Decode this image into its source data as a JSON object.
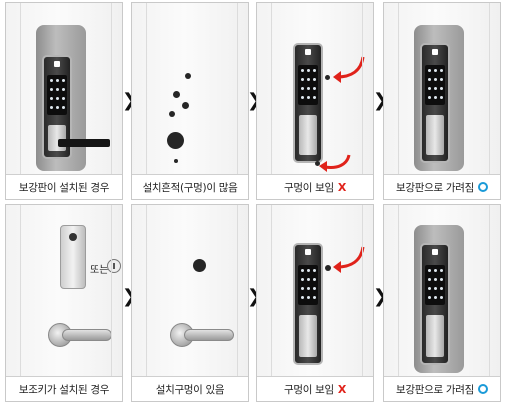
{
  "captions": {
    "row1": [
      "보강판이 설치된 경우",
      "설치흔적(구멍)이 많음",
      "구멍이 보임",
      "보강판으로 가려짐"
    ],
    "row2": [
      "보조키가 설치된 경우",
      "설치구멍이 있음",
      "구멍이 보임",
      "보강판으로 가려짐"
    ]
  },
  "marks": {
    "x": "X"
  },
  "or_label": "또는",
  "arrow_glyph": "❯",
  "colors": {
    "x_mark": "#e0221a",
    "o_mark": "#1a9ad8",
    "red_arrow": "#e0221a",
    "panel_border": "#c9c9c9"
  },
  "icons": [
    "chevron-right-icon",
    "red-curved-arrow-icon",
    "keyhole-icon",
    "circle-o-icon"
  ]
}
